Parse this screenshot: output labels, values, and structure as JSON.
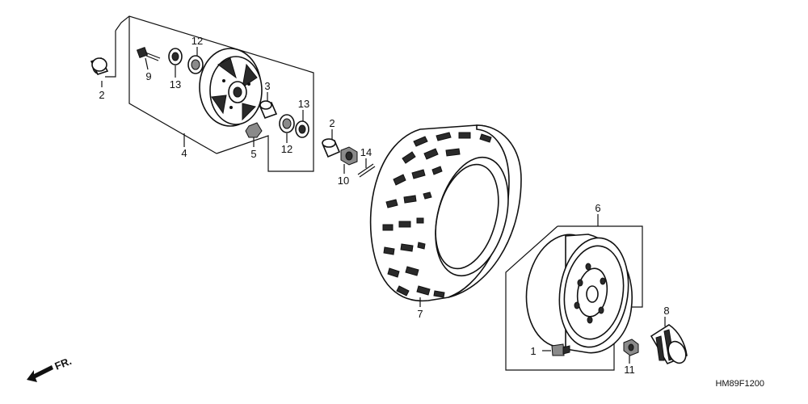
{
  "diagram": {
    "parts": [
      {
        "number": "1"
      },
      {
        "number": "2"
      },
      {
        "number": "2"
      },
      {
        "number": "3"
      },
      {
        "number": "4"
      },
      {
        "number": "5"
      },
      {
        "number": "6"
      },
      {
        "number": "7"
      },
      {
        "number": "8"
      },
      {
        "number": "9"
      },
      {
        "number": "10"
      },
      {
        "number": "11"
      },
      {
        "number": "12"
      },
      {
        "number": "12"
      },
      {
        "number": "13"
      },
      {
        "number": "13"
      },
      {
        "number": "14"
      }
    ],
    "direction_label": "FR.",
    "figure_code": "HM89F1200"
  }
}
